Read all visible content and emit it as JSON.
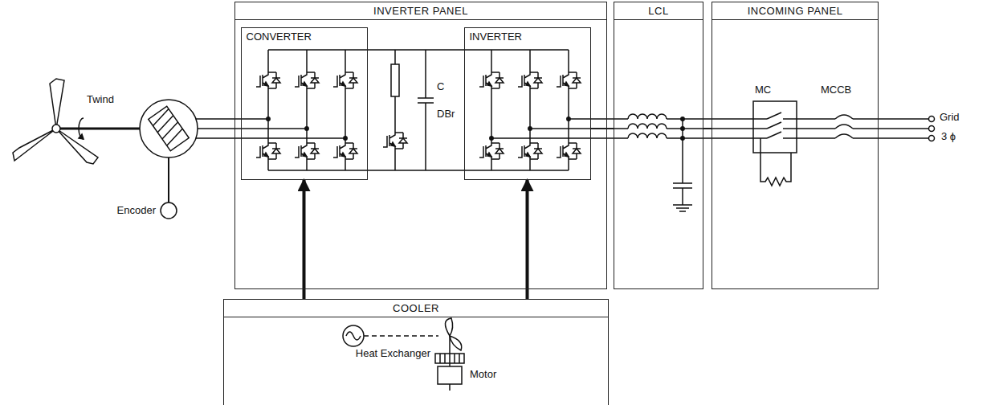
{
  "diagram": {
    "nodes": [
      {
        "text": [
          "INVERTER PANEL"
        ]
      },
      {
        "text": [
          "CONVERTER"
        ],
        "in": 0
      },
      {
        "text": [
          "INVERTER"
        ],
        "in": 0
      },
      {
        "text": [
          "LCL"
        ]
      },
      {
        "text": [
          "INCOMING PANEL"
        ]
      },
      {
        "text": [
          "COOLER"
        ]
      }
    ],
    "edges": [
      {
        "from": 5,
        "to": 1,
        "arrow": "to"
      },
      {
        "from": 5,
        "to": 2,
        "arrow": "to"
      },
      {
        "from": 2,
        "to": 3,
        "arrow": "none"
      },
      {
        "from": 3,
        "to": 4,
        "arrow": "none"
      }
    ],
    "labels": [
      "Twind",
      "Encoder",
      "C",
      "DBr",
      "MC",
      "MCCB",
      "Grid",
      "3 ϕ",
      "Heat Exchanger",
      "Motor"
    ]
  }
}
